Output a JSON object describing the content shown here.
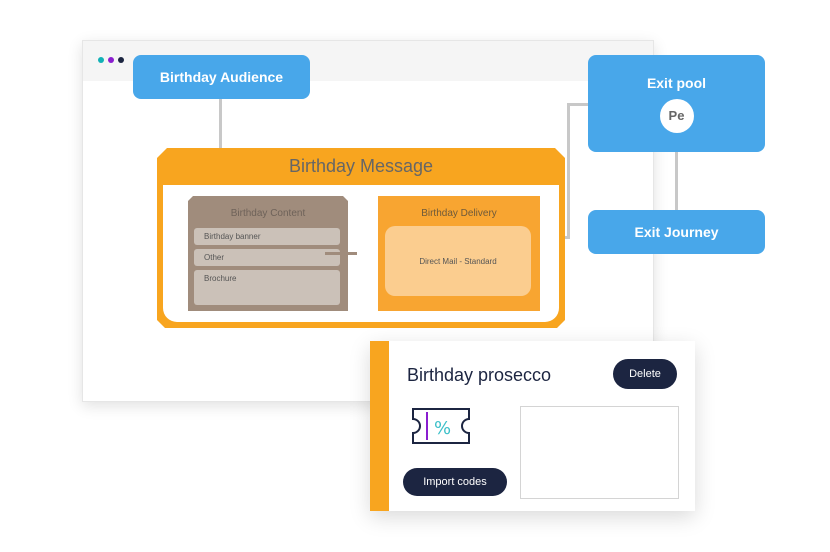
{
  "audience": "Birthday Audience",
  "message": {
    "title": "Birthday Message",
    "content": {
      "title": "Birthday Content",
      "items": [
        "Birthday banner",
        "Other",
        "Brochure"
      ]
    },
    "delivery": {
      "title": "Birthday Delivery",
      "channel": "Direct Mail - Standard"
    }
  },
  "exit_pool": {
    "title": "Exit pool",
    "avatar": "Pe"
  },
  "exit_journey": "Exit Journey",
  "card": {
    "title": "Birthday prosecco",
    "delete": "Delete",
    "import": "Import codes"
  },
  "colors": {
    "accent": "#f8a51f",
    "blue": "#48a7ea",
    "navy": "#1c2541"
  }
}
